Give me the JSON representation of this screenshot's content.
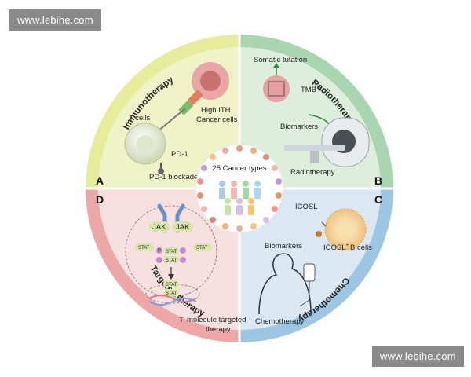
{
  "watermarks": {
    "top": "www.lebihe.com",
    "bottom": "www.lebihe.com"
  },
  "quadrants": {
    "immunotherapy": {
      "title": "Immunotherapy",
      "letter": "A",
      "color": "#eef3c8",
      "labels": {
        "t_cells": "T cells",
        "high_ith_1": "High ITH",
        "high_ith_2": "Cancer cells",
        "pd1": "PD-1",
        "pd1_blockade": "PD-1 blockade"
      }
    },
    "radiotherapy": {
      "title": "Radiotherapy",
      "letter": "B",
      "color": "#ddeedd",
      "labels": {
        "somatic": "Somatic tutation",
        "tmb": "TMB",
        "biomarkers": "Biomarkers",
        "radiotherapy": "Radiotherapy"
      }
    },
    "chemotherapy": {
      "title": "Chemotherapy",
      "letter": "C",
      "color": "#d9e8f2",
      "labels": {
        "icosl": "ICOSL",
        "biomarkers": "Biomarkers",
        "icosl_b_1": "ICOSL",
        "icosl_b_sup": "+",
        "icosl_b_2": "B cells",
        "chemotherapy": "Chemotherapy"
      }
    },
    "targeted": {
      "title": "Targeted therapy",
      "letter": "D",
      "color": "#f6e0e0",
      "labels": {
        "jak1": "JAK",
        "jak2": "JAK",
        "stat_l": "STAT",
        "stat_r": "STAT",
        "stat_a": "STAT",
        "stat_b": "STAT",
        "stat_c": "STAT",
        "stat_d": "STAT",
        "p": "P",
        "small_1": "molecule targeted",
        "small_1_prefix": "T",
        "small_2": "therapy"
      }
    }
  },
  "center": {
    "title": "25 Cancer types"
  },
  "ring_colors": {
    "top_left": "#e6ec9a",
    "top_right": "#a9d5b0",
    "bottom_right": "#9cc6e2",
    "bottom_left": "#eea7a7"
  }
}
